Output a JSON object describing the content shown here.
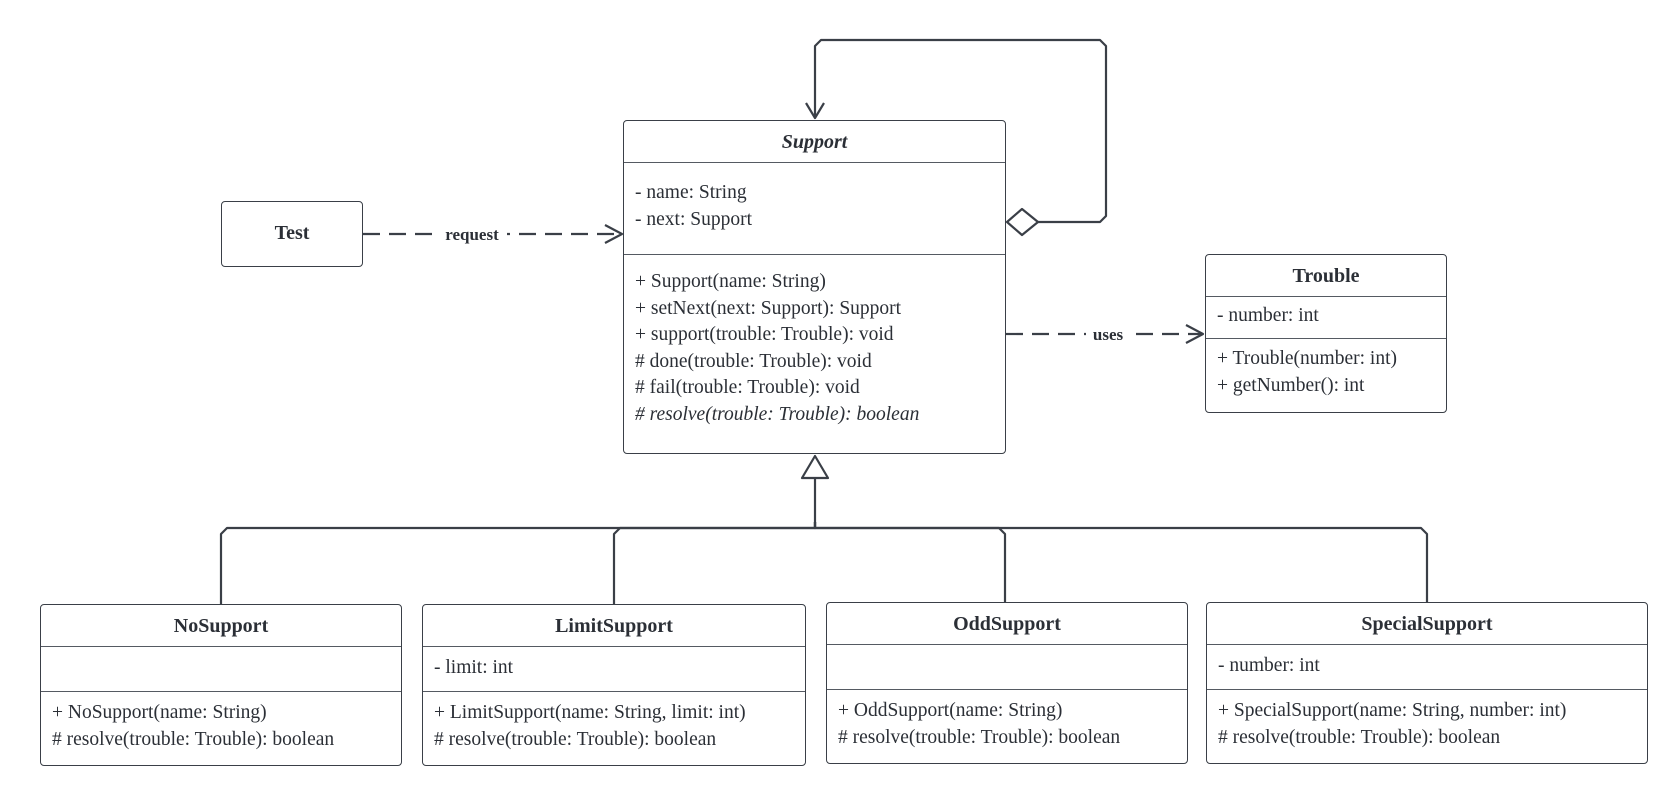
{
  "test": {
    "name": "Test"
  },
  "support": {
    "name": "Support",
    "attributes": [
      "- name: String",
      "- next: Support"
    ],
    "operations": [
      "+ Support(name: String)",
      "+ setNext(next: Support): Support",
      "+ support(trouble: Trouble): void",
      "# done(trouble: Trouble): void",
      "# fail(trouble: Trouble): void",
      "# resolve(trouble: Trouble): boolean"
    ]
  },
  "trouble": {
    "name": "Trouble",
    "attributes": [
      "- number: int"
    ],
    "operations": [
      "+ Trouble(number: int)",
      "+ getNumber(): int"
    ]
  },
  "no_support": {
    "name": "NoSupport",
    "attributes": [],
    "operations": [
      "+ NoSupport(name: String)",
      "# resolve(trouble: Trouble): boolean"
    ]
  },
  "limit_support": {
    "name": "LimitSupport",
    "attributes": [
      "- limit: int"
    ],
    "operations": [
      "+ LimitSupport(name: String, limit: int)",
      "# resolve(trouble: Trouble): boolean"
    ]
  },
  "odd_support": {
    "name": "OddSupport",
    "attributes": [],
    "operations": [
      "+ OddSupport(name: String)",
      "# resolve(trouble: Trouble): boolean"
    ]
  },
  "special_support": {
    "name": "SpecialSupport",
    "attributes": [
      "- number: int"
    ],
    "operations": [
      "+ SpecialSupport(name: String, number: int)",
      "# resolve(trouble: Trouble): boolean"
    ]
  },
  "edges": {
    "request_label": "request",
    "uses_label": "uses"
  }
}
